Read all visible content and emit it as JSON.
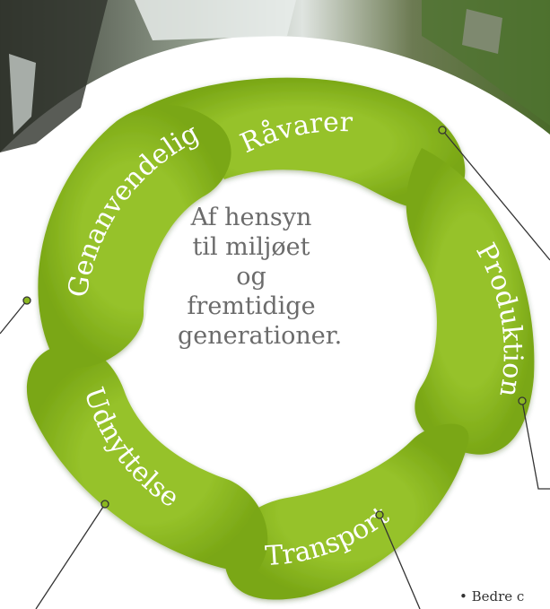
{
  "diagram": {
    "center_text": "Af hensyn til miljøet og fremtidige generationer.",
    "segments": [
      {
        "label": "Råvarer"
      },
      {
        "label": "Produktion"
      },
      {
        "label": "Transport"
      },
      {
        "label": "Udnyttelse"
      },
      {
        "label": "Genanvendelig"
      }
    ]
  },
  "footer": {
    "text": "• Bedre c"
  },
  "colors": {
    "segment_green": "#8bb820",
    "segment_green_dark": "#6e9a12",
    "segment_label": "#ffffff",
    "center_text": "#6b6b6b",
    "callout_line": "#333333"
  }
}
